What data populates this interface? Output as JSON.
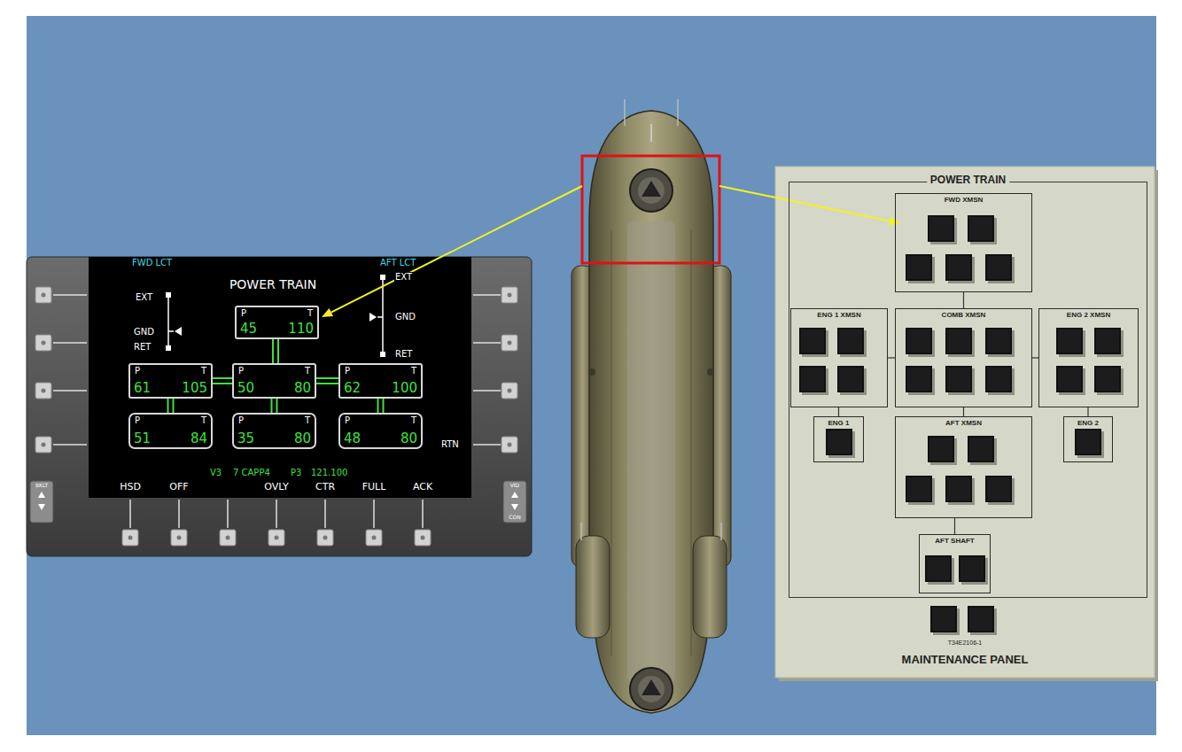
{
  "diagram": {
    "nodes": [
      {
        "text": [
          "P",
          "T",
          "45",
          "110"
        ]
      },
      {
        "text": [
          "P",
          "T",
          "61",
          "105"
        ]
      },
      {
        "text": [
          "P",
          "T",
          "50",
          "80"
        ]
      },
      {
        "text": [
          "P",
          "T",
          "62",
          "100"
        ]
      },
      {
        "text": [
          "P",
          "T",
          "51",
          "84"
        ]
      },
      {
        "text": [
          "P",
          "T",
          "35",
          "80"
        ]
      },
      {
        "text": [
          "P",
          "T",
          "48",
          "80"
        ]
      },
      {
        "text": [
          "T34E2106-1",
          "MAINTENANCE PANEL"
        ]
      },
      {
        "text": [
          "POWER TRAIN"
        ],
        "in": 7
      },
      {
        "text": [
          "FWD XMSN"
        ],
        "in": 8
      },
      {
        "text": [
          "ENG 1 XMSN"
        ],
        "in": 8
      },
      {
        "text": [
          "COMB XMSN"
        ],
        "in": 8
      },
      {
        "text": [
          "ENG 2 XMSN"
        ],
        "in": 8
      },
      {
        "text": [
          "ENG 1"
        ],
        "in": 8
      },
      {
        "text": [
          "AFT XMSN"
        ],
        "in": 8
      },
      {
        "text": [
          "ENG 2"
        ],
        "in": 8
      },
      {
        "text": [
          "AFT SHAFT"
        ],
        "in": 8
      }
    ],
    "edges": [
      {
        "from": 0,
        "to": 2,
        "arrow": "none"
      },
      {
        "from": 1,
        "to": 2,
        "arrow": "none"
      },
      {
        "from": 2,
        "to": 3,
        "arrow": "none"
      },
      {
        "from": 1,
        "to": 4,
        "arrow": "none"
      },
      {
        "from": 2,
        "to": 5,
        "arrow": "none"
      },
      {
        "from": 3,
        "to": 6,
        "arrow": "none"
      },
      {
        "from": 9,
        "to": 11,
        "arrow": "none"
      },
      {
        "from": 10,
        "to": 11,
        "arrow": "none"
      },
      {
        "from": 11,
        "to": 12,
        "arrow": "none"
      },
      {
        "from": 10,
        "to": 13,
        "arrow": "none"
      },
      {
        "from": 11,
        "to": 14,
        "arrow": "none"
      },
      {
        "from": 12,
        "to": 15,
        "arrow": "none"
      },
      {
        "from": 14,
        "to": 16,
        "arrow": "none"
      }
    ],
    "labels": [
      "FWD LCT",
      "AFT LCT",
      "POWER TRAIN",
      "EXT",
      "GND",
      "RET",
      "EXT",
      "GND",
      "RET",
      "RTN",
      "V3",
      "7 CAPP4",
      "P3",
      "121.100",
      "HSD",
      "OFF",
      "OVLY",
      "CTR",
      "FULL",
      "ACK",
      "BKLT",
      "VID",
      "CON"
    ]
  }
}
